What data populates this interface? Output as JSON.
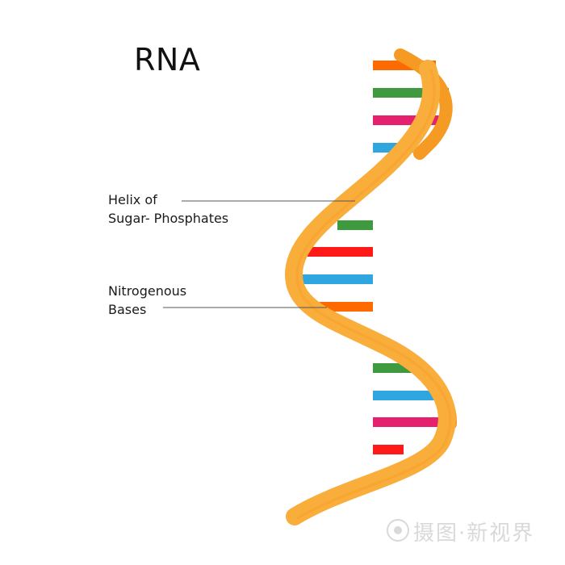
{
  "title": "RNA",
  "labels": {
    "helix_line1": "Helix of",
    "helix_line2": "Sugar- Phosphates",
    "bases_line1": "Nitrogenous",
    "bases_line2": "Bases"
  },
  "colors": {
    "background": "#ffffff",
    "backbone": "#f9ad3b",
    "backbone_shade": "#f59a22",
    "orange_base": "#ff6a00",
    "green_base": "#3f9a3f",
    "pink_base": "#e5206f",
    "blue_base": "#2fa6e0",
    "red_base": "#ff1a1a",
    "leader_line": "#555555",
    "text": "#1a1a1a"
  },
  "bases": [
    {
      "color": "orange"
    },
    {
      "color": "green"
    },
    {
      "color": "pink"
    },
    {
      "color": "blue"
    },
    {
      "color": "green"
    },
    {
      "color": "red"
    },
    {
      "color": "blue"
    },
    {
      "color": "orange"
    },
    {
      "color": "green"
    },
    {
      "color": "blue"
    },
    {
      "color": "pink"
    },
    {
      "color": "red"
    }
  ],
  "watermark": "摄图·新视界"
}
